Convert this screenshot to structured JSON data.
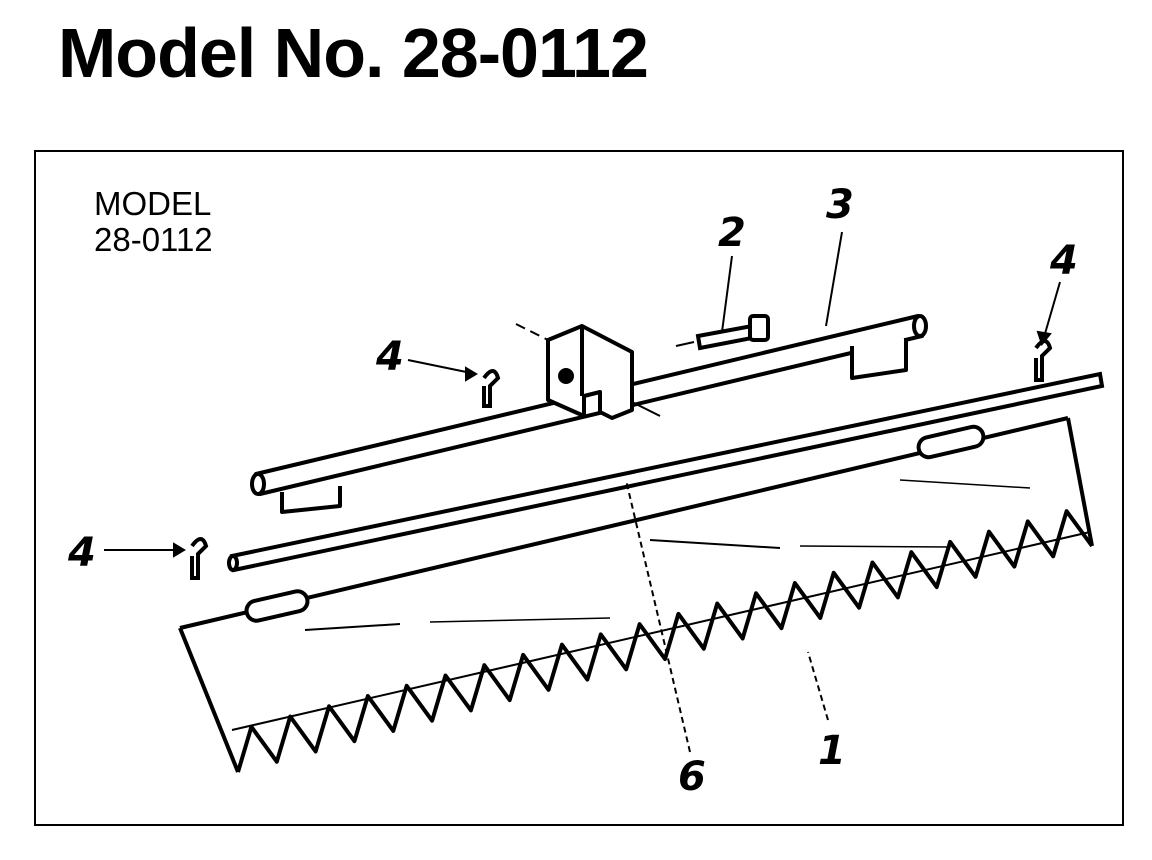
{
  "title": "Model No. 28-0112",
  "diagram": {
    "model_label_line1": "MODEL",
    "model_label_line2": "28-0112",
    "callouts": {
      "part_1": "1",
      "part_2": "2",
      "part_3": "3",
      "part_4_left_top": "4",
      "part_4_right": "4",
      "part_4_left": "4",
      "part_6": "6"
    }
  }
}
